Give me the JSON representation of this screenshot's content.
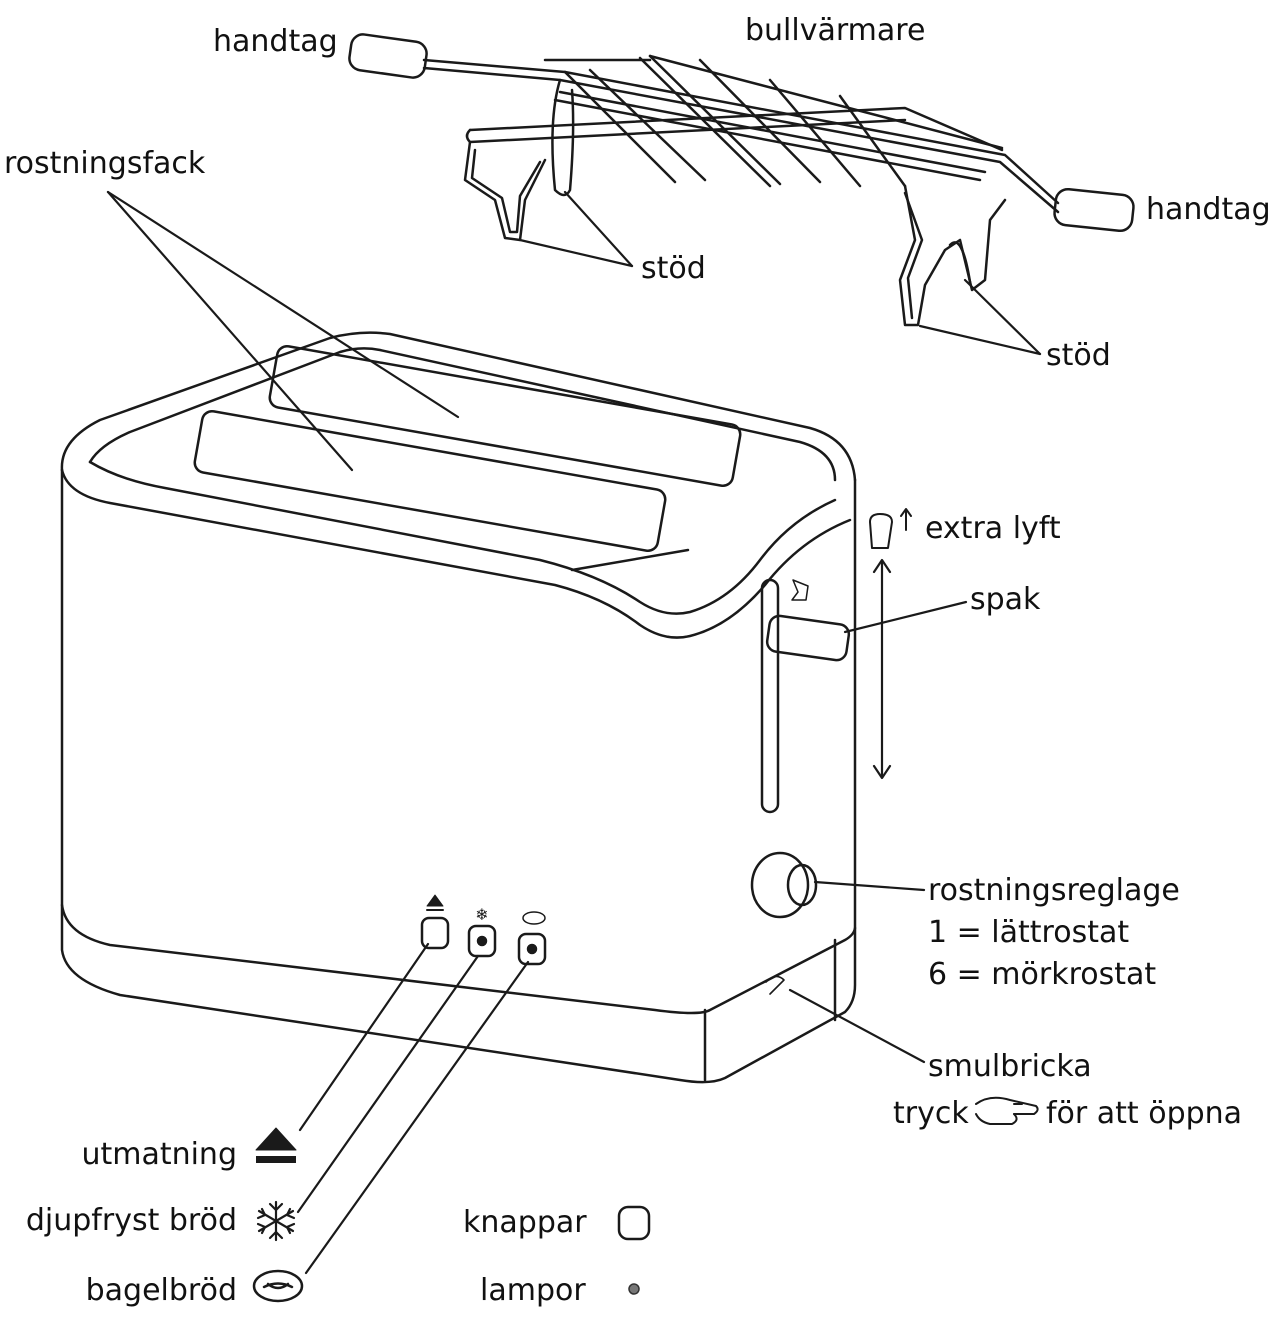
{
  "labels": {
    "handtag_left": "handtag",
    "bullvarmare": "bullvärmare",
    "handtag_right": "handtag",
    "rostningsfack": "rostningsfack",
    "stod_left": "stöd",
    "stod_right": "stöd",
    "extra_lyft": "extra lyft",
    "spak": "spak",
    "rostningsreglage": "rostningsreglage",
    "reglage_1": "1 = lättrostat",
    "reglage_6": "6 = mörkrostat",
    "smulbricka": "smulbricka",
    "tryck": "tryck",
    "for_att_oppna": "för att öppna",
    "utmatning": "utmatning",
    "djupfryst": "djupfryst bröd",
    "bagel": "bagelbröd",
    "knappar": "knappar",
    "lampor": "lampor"
  },
  "icons": {
    "eject": "eject-icon",
    "snowflake": "snowflake-icon",
    "bagel": "bagel-icon",
    "button": "button-square-icon",
    "lamp": "lamp-dot-icon",
    "hand": "pointing-hand-icon",
    "lift": "bread-lift-icon"
  },
  "colors": {
    "line": "#1a1a1a",
    "background": "#ffffff"
  }
}
